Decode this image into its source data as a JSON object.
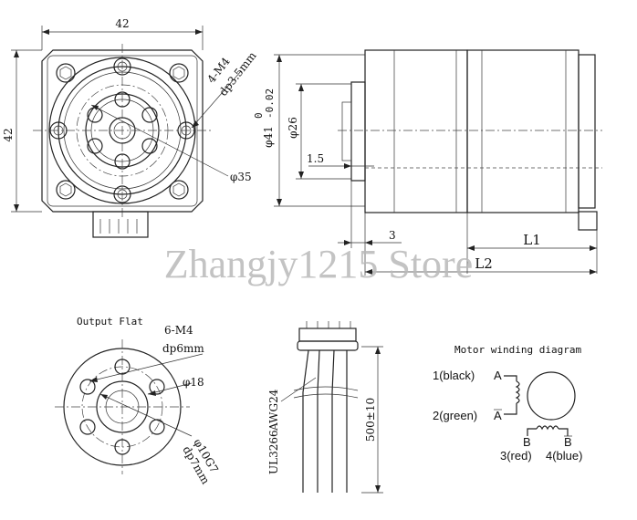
{
  "front_view": {
    "width_dim": "42",
    "height_dim": "42",
    "hole_callout_top": "4-M4",
    "hole_callout_bottom": "dp3.5mm",
    "bolt_circle_dim": "φ35"
  },
  "side_view": {
    "shaft_dim_main": "φ41",
    "shaft_dim_tol_upper": "0",
    "shaft_dim_tol_lower": "-0.02",
    "pilot_dim": "φ26",
    "pilot_depth_dim": "1.5",
    "flange_dim": "3",
    "length_l1": "L1",
    "length_l2": "L2"
  },
  "output_flat": {
    "title": "Output Flat",
    "hole_callout_top": "6-M4",
    "hole_callout_bottom": "dp6mm",
    "boss_dim": "φ18",
    "bore_dim_top": "φ10G7",
    "bore_dim_bottom": "dp7mm"
  },
  "cable": {
    "spec_type": "UL3266",
    "spec_gauge": "AWG24",
    "length_dim": "500±10"
  },
  "winding": {
    "title": "Motor winding diagram",
    "wire1": "1(black)",
    "wire2": "2(green)",
    "wire3": "3(red)",
    "wire4": "4(blue)",
    "phase_a": "A",
    "phase_a_bar": "A",
    "phase_b": "B",
    "phase_b_bar": "B"
  },
  "watermark": "Zhangjy1215 Store"
}
